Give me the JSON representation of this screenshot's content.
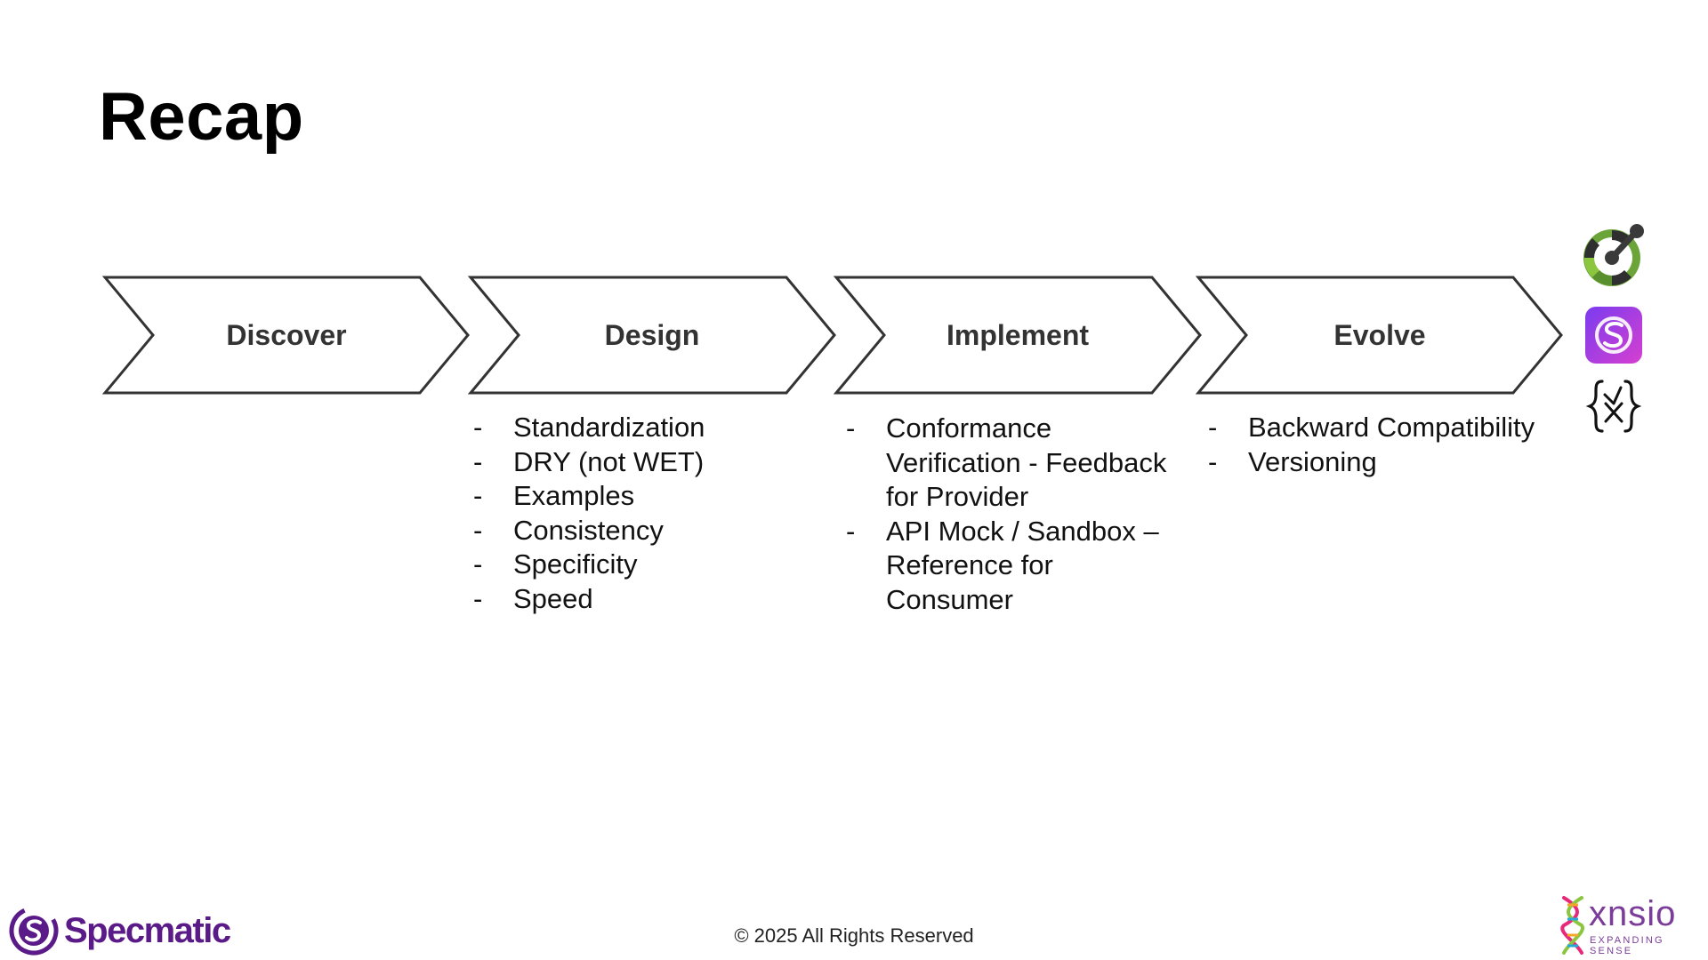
{
  "slide": {
    "title": "Recap"
  },
  "stages": [
    {
      "label": "Discover",
      "bullets": []
    },
    {
      "label": "Design",
      "bullets": [
        "Standardization",
        "DRY (not WET)",
        "Examples",
        "Consistency",
        "Specificity",
        "Speed"
      ]
    },
    {
      "label": "Implement",
      "bullets": [
        "Conformance Verification - Feedback for Provider",
        "API Mock / Sandbox – Reference for Consumer"
      ]
    },
    {
      "label": "Evolve",
      "bullets": [
        "Backward Compatibility",
        "Versioning"
      ]
    }
  ],
  "bullet_marker": "-",
  "tools": {
    "icons": [
      "openapi-icon",
      "specmatic-app-icon",
      "curly-braces-x-icon"
    ],
    "braces_glyph": "{X}"
  },
  "footer": {
    "copyright": "© 2025 All Rights Reserved",
    "left_brand": "Specmatic",
    "right_brand": "xnsio",
    "right_tagline": "EXPANDING SENSE"
  },
  "colors": {
    "chevron_stroke": "#333333",
    "specmatic_purple": "#5a1a87",
    "xnsio_purple": "#7b3d99",
    "openapi_green": "#6ba539",
    "app_icon_gradient_start": "#7a3cf0",
    "app_icon_gradient_end": "#d63fd0"
  }
}
